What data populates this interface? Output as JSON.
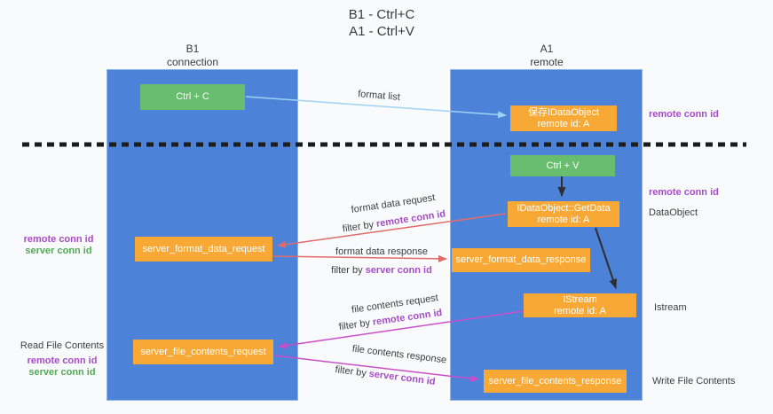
{
  "title": {
    "line1": "B1 - Ctrl+C",
    "line2": "A1 - Ctrl+V"
  },
  "columns": {
    "left": {
      "name": "B1",
      "role": "connection"
    },
    "right": {
      "name": "A1",
      "role": "remote"
    }
  },
  "nodes": {
    "ctrl_c": "Ctrl + C",
    "ctrl_v": "Ctrl + V",
    "save_idataobject": {
      "line1": "保存IDataObject",
      "line2": "remote id: A"
    },
    "getdata": {
      "line1": "IDataObject::GetData",
      "line2": "remote id: A"
    },
    "istream": {
      "line1": "IStream",
      "line2": "remote id: A"
    },
    "server_format_data_request": "server_format_data_request",
    "server_format_data_response": "server_format_data_response",
    "server_file_contents_request": "server_file_contents_request",
    "server_file_contents_response": "server_file_contents_response"
  },
  "arrow_labels": {
    "format_list": "format list",
    "format_data_request": "format data request",
    "format_data_response": "format data response",
    "file_contents_request": "file contents request",
    "file_contents_response": "file contents response",
    "filter_by": "filter by",
    "remote_conn_id": "remote conn id",
    "server_conn_id": "server conn id"
  },
  "side_labels": {
    "left_remote_conn_id": "remote conn id",
    "left_server_conn_id": "server conn id",
    "read_file_contents": "Read File Contents",
    "read_remote_conn_id": "remote conn id",
    "read_server_conn_id": "server conn id",
    "right_remote_conn_id_top": "remote conn id",
    "right_remote_conn_id_mid": "remote conn id",
    "dataobject": "DataObject",
    "istream": "Istream",
    "write_file_contents": "Write File Contents"
  },
  "colors": {
    "column_blue": "#4d82d9",
    "box_green": "#69bd6e",
    "box_orange": "#f7a835",
    "arrow_lightblue": "#9ed3f3",
    "arrow_red": "#e06b6b",
    "arrow_magenta": "#c94fc9",
    "arrow_black": "#2f2f2f",
    "id_purple": "#a64cc7",
    "id_green": "#53a957",
    "text_dark": "#3d3d3d"
  }
}
